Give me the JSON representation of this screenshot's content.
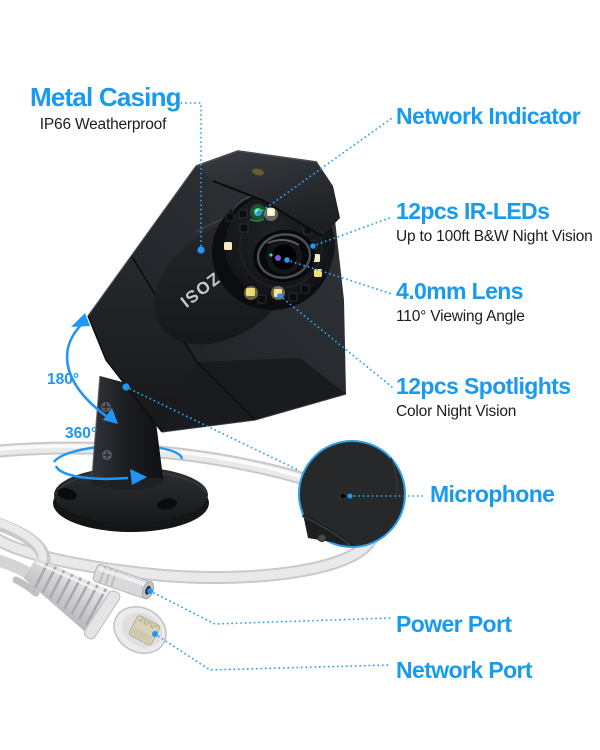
{
  "product": {
    "brand": "ZOSI"
  },
  "callouts": {
    "metal_casing": {
      "title": "Metal Casing",
      "subtitle": "IP66 Weatherproof"
    },
    "network_indicator": {
      "title": "Network Indicator"
    },
    "ir_leds": {
      "title": "12pcs IR-LEDs",
      "subtitle": "Up to 100ft B&W Night Vision"
    },
    "lens": {
      "title": "4.0mm Lens",
      "subtitle": "110° Viewing Angle"
    },
    "spotlights": {
      "title": "12pcs Spotlights",
      "subtitle": "Color Night Vision"
    },
    "microphone": {
      "title": "Microphone"
    },
    "power_port": {
      "title": "Power Port"
    },
    "network_port": {
      "title": "Network Port"
    }
  },
  "rotation": {
    "tilt": "180°",
    "pan": "360°"
  },
  "colors": {
    "accent": "#189BEF",
    "line_blue": "#2BA3F0",
    "text_dark": "#1d1d1f",
    "led_green": "#35E06E"
  }
}
